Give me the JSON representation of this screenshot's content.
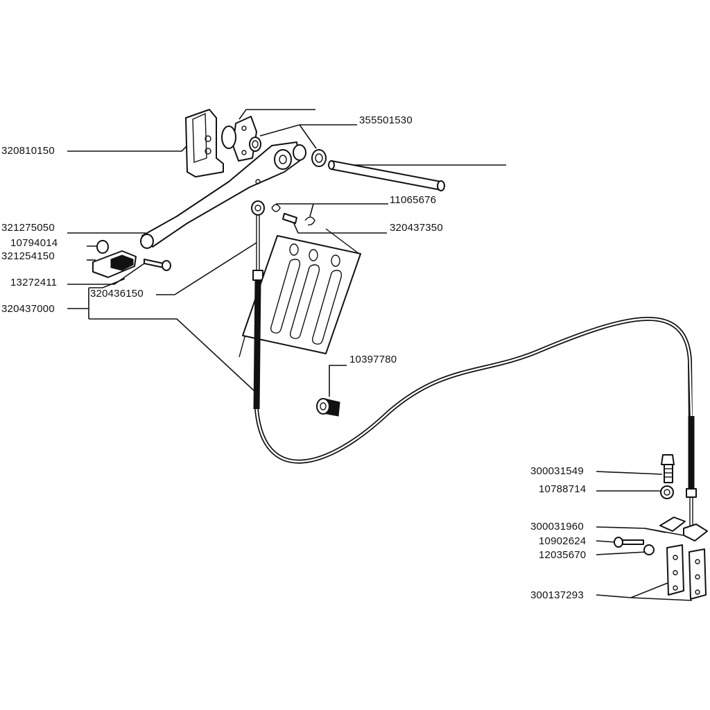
{
  "labels": {
    "p355501530": "355501530",
    "p320810150": "320810150",
    "p11065676": "11065676",
    "p320437350": "320437350",
    "p321275050": "321275050",
    "p10794014": "10794014",
    "p321254150": "321254150",
    "p13272411": "13272411",
    "p320436150": "320436150",
    "p320437000": "320437000",
    "p10397780": "10397780",
    "p300031549": "300031549",
    "p10788714": "10788714",
    "p300031960": "300031960",
    "p10902624": "10902624",
    "p12035670": "12035670",
    "p300137293": "300137293"
  }
}
